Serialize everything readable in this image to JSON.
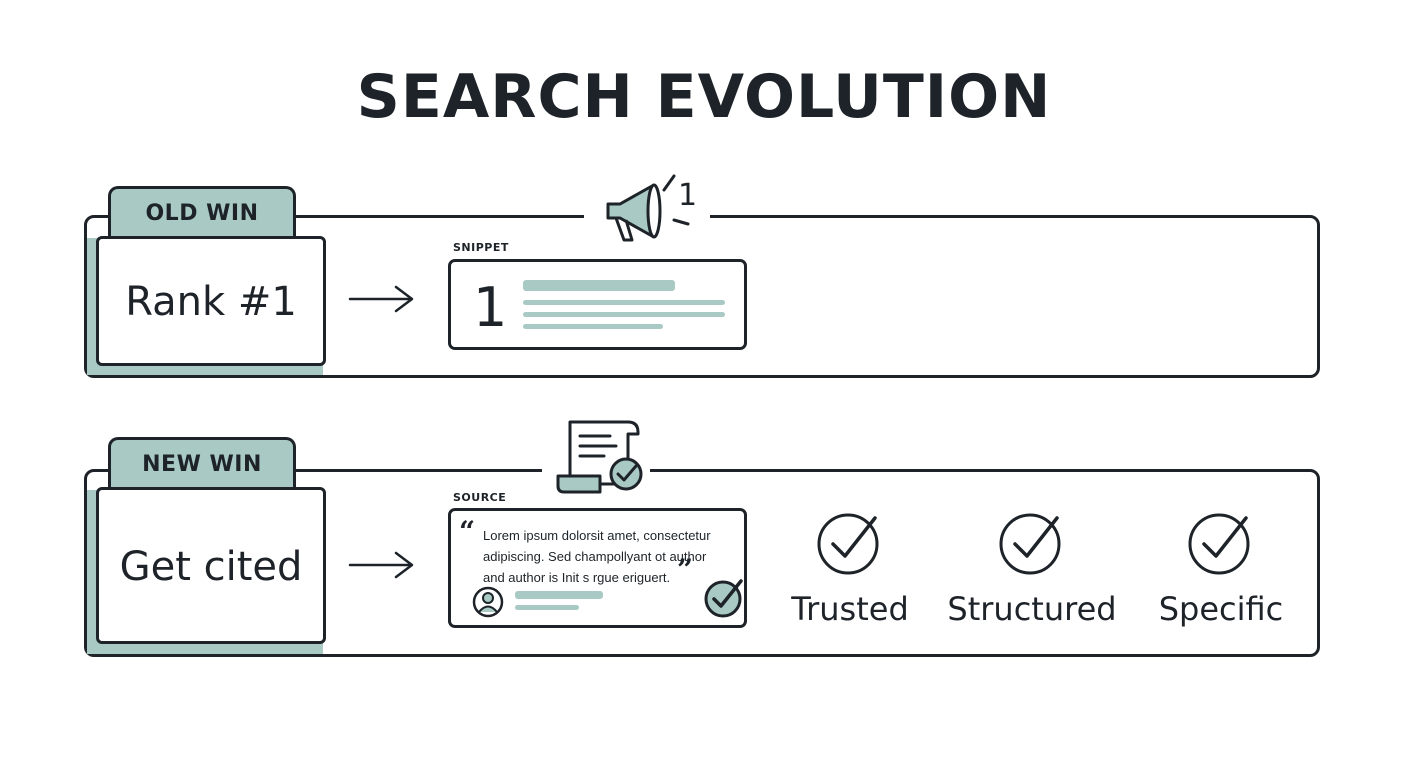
{
  "title": "SEARCH EVOLUTION",
  "old": {
    "tab": "OLD WIN",
    "card": "Rank #1",
    "box_label": "SNIPPET",
    "rank_number": "1",
    "icon_badge": "1"
  },
  "new": {
    "tab": "NEW WIN",
    "card": "Get cited",
    "box_label": "SOURCE",
    "quote_lines": [
      "Lorem ipsum dolorsit amet, consectetur",
      "adipiscing. Sed champollyant ot author",
      "and author is Init s rgue eriguert."
    ],
    "checks": [
      "Trusted",
      "Structured",
      "Specific"
    ]
  },
  "colors": {
    "accent": "#a8c9c4",
    "ink": "#1d2328"
  },
  "icons": [
    "megaphone-icon",
    "document-check-icon",
    "arrow-right-icon",
    "quote-icon",
    "user-icon",
    "check-circle-icon"
  ]
}
